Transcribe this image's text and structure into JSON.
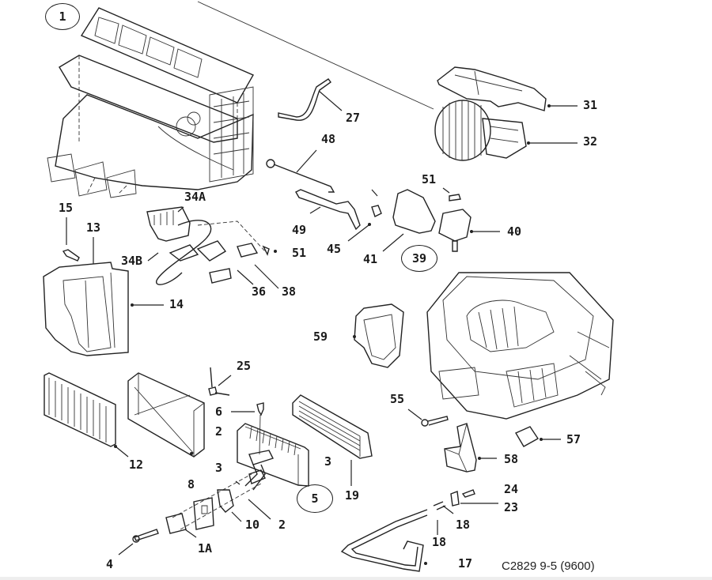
{
  "diagram": {
    "caption": "C2829 9-5 (9600)",
    "group_labels": {
      "g1": "1",
      "g39": "39",
      "g5": "5"
    },
    "callouts": {
      "c27": "27",
      "c31": "31",
      "c32": "32",
      "c48": "48",
      "c51a": "51",
      "c34a": "34A",
      "c15": "15",
      "c13": "13",
      "c49": "49",
      "c45": "45",
      "c41": "41",
      "c40": "40",
      "c34b": "34B",
      "c51b": "51",
      "c14": "14",
      "c36": "36",
      "c38": "38",
      "c59": "59",
      "c25": "25",
      "c55": "55",
      "c6": "6",
      "c57": "57",
      "c2a": "2",
      "c12": "12",
      "c3a": "3",
      "c3b": "3",
      "c19": "19",
      "c58": "58",
      "c8": "8",
      "c24": "24",
      "c23": "23",
      "c10": "10",
      "c2b": "2",
      "c18a": "18",
      "c1a": "1A",
      "c18b": "18",
      "c4": "4",
      "c17": "17"
    }
  }
}
